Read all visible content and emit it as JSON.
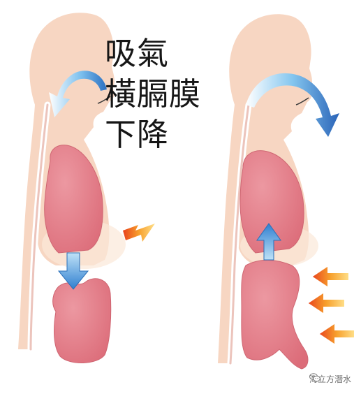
{
  "caption": {
    "line1": "吸氣",
    "line2": "橫膈膜",
    "line3": "下降"
  },
  "watermark": {
    "text": "海立方潛水",
    "icon": "chat-bubbles-icon"
  },
  "colors": {
    "skin": "#f7d6c2",
    "skin_light": "#fbe6d7",
    "lung": "#e37e89",
    "lung_edge": "#c95a66",
    "spine": "#ecc4bc",
    "blue": "#3a86d1",
    "orange": "#f07c1f",
    "red_orange": "#e8401c"
  }
}
